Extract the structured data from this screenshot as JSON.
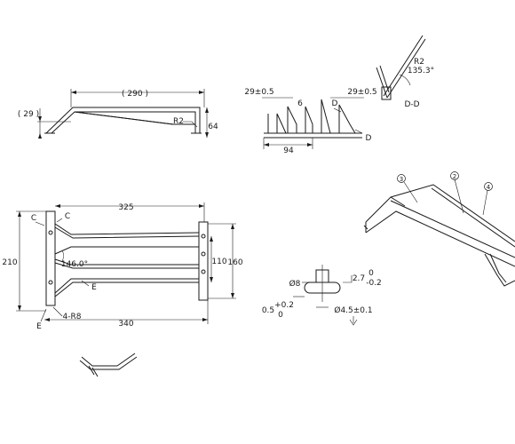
{
  "side_view": {
    "dim_top": "( 290 )",
    "dim_left": "( 29 )",
    "dim_height": "64",
    "radius": "R2"
  },
  "front_section": {
    "dim_left": "29±0.5",
    "dim_right": "29±0.5",
    "dim_gap": "6",
    "dim_width": "94",
    "section_mark_top": "D",
    "section_mark_bottom": "D"
  },
  "section_dd": {
    "title": "D-D",
    "radius": "R2",
    "angle": "135.3°"
  },
  "plan_view": {
    "dim_top": "325",
    "dim_bottom": "340",
    "dim_left": "210",
    "dim_inner": "110",
    "dim_outer": "160",
    "angle": "146.0°",
    "radius_note": "4-R8",
    "mark_c1": "C",
    "mark_c2": "C",
    "mark_e1": "E",
    "mark_e2": "E"
  },
  "weld_detail": {
    "dia_pin": "Ø8",
    "dia_hole": "Ø4.5±0.1",
    "tol_upper_value": "2.7",
    "tol_upper_plus": "0",
    "tol_upper_minus": "-0.2",
    "tol_lower_value": "0.5",
    "tol_lower_plus": "+0.2",
    "tol_lower_minus": "0"
  },
  "isometric": {
    "balloons": [
      "3",
      "2",
      "4"
    ]
  }
}
